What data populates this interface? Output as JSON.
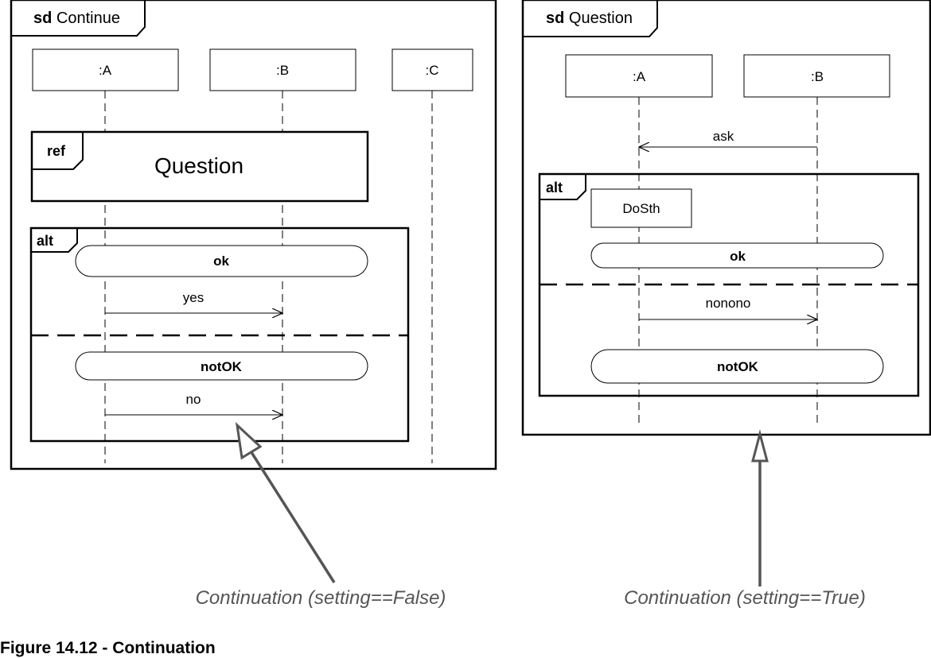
{
  "left_frame": {
    "keyword": "sd",
    "name": "Continue",
    "lifelines": [
      ":A",
      ":B",
      ":C"
    ],
    "ref": {
      "keyword": "ref",
      "name": "Question"
    },
    "alt": {
      "keyword": "alt",
      "operands": [
        {
          "continuation": "ok",
          "message": "yes"
        },
        {
          "continuation": "notOK",
          "message": "no"
        }
      ]
    }
  },
  "right_frame": {
    "keyword": "sd",
    "name": "Question",
    "lifelines": [
      ":A",
      ":B"
    ],
    "ask_message": "ask",
    "alt": {
      "keyword": "alt",
      "state": "DoSth",
      "operands": [
        {
          "continuation": "ok",
          "message": "nonono"
        },
        {
          "continuation": "notOK"
        }
      ]
    }
  },
  "annotations": {
    "left": "Continuation (setting==False)",
    "right": "Continuation (setting==True)"
  },
  "caption": "Figure 14.12 - Continuation",
  "colors": {
    "line": "#000000",
    "annotation": "#555555"
  }
}
